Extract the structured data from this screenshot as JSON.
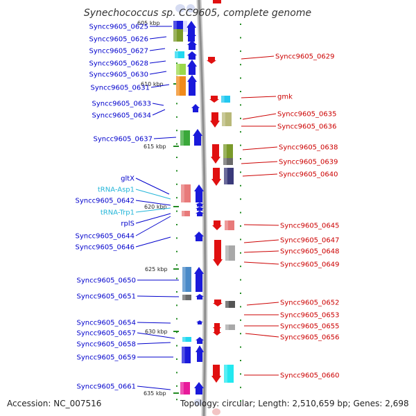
{
  "title": "Synechococcus sp. CC9605, complete genome",
  "accession_text": "Accession: NC_007516",
  "topology_text": "Topology: circular; Length: 2,510,659 bp; Genes: 2,698",
  "colors": {
    "left_label": "#0000cc",
    "right_label": "#cc0000",
    "rna_label": "#22b5d8",
    "axis": "#909090",
    "tick": "#228b22"
  },
  "left_labels": [
    {
      "text": "Syncc9605_0625",
      "type": "gene"
    },
    {
      "text": "Syncc9605_0626",
      "type": "gene"
    },
    {
      "text": "Syncc9605_0627",
      "type": "gene"
    },
    {
      "text": "Syncc9605_0628",
      "type": "gene"
    },
    {
      "text": "Syncc9605_0630",
      "type": "gene"
    },
    {
      "text": "Syncc9605_0631",
      "type": "gene"
    },
    {
      "text": "Syncc9605_0633",
      "type": "gene"
    },
    {
      "text": "Syncc9605_0634",
      "type": "gene"
    },
    {
      "text": "Syncc9605_0637",
      "type": "gene"
    },
    {
      "text": "gltX",
      "type": "gene"
    },
    {
      "text": "tRNA-Asp1",
      "type": "rna"
    },
    {
      "text": "Syncc9605_0642",
      "type": "gene"
    },
    {
      "text": "tRNA-Trp1",
      "type": "rna"
    },
    {
      "text": "rplS",
      "type": "gene"
    },
    {
      "text": "Syncc9605_0644",
      "type": "gene"
    },
    {
      "text": "Syncc9605_0646",
      "type": "gene"
    },
    {
      "text": "Syncc9605_0650",
      "type": "gene"
    },
    {
      "text": "Syncc9605_0651",
      "type": "gene"
    },
    {
      "text": "Syncc9605_0654",
      "type": "gene"
    },
    {
      "text": "Syncc9605_0657",
      "type": "gene"
    },
    {
      "text": "Syncc9605_0658",
      "type": "gene"
    },
    {
      "text": "Syncc9605_0659",
      "type": "gene"
    },
    {
      "text": "Syncc9605_0661",
      "type": "gene"
    }
  ],
  "right_labels": [
    {
      "text": "Syncc9605_0629"
    },
    {
      "text": "gmk"
    },
    {
      "text": "Syncc9605_0635"
    },
    {
      "text": "Syncc9605_0636"
    },
    {
      "text": "Syncc9605_0638"
    },
    {
      "text": "Syncc9605_0639"
    },
    {
      "text": "Syncc9605_0640"
    },
    {
      "text": "Syncc9605_0645"
    },
    {
      "text": "Syncc9605_0647"
    },
    {
      "text": "Syncc9605_0648"
    },
    {
      "text": "Syncc9605_0649"
    },
    {
      "text": "Syncc9605_0652"
    },
    {
      "text": "Syncc9605_0653"
    },
    {
      "text": "Syncc9605_0655"
    },
    {
      "text": "Syncc9605_0656"
    },
    {
      "text": "Syncc9605_0660"
    }
  ],
  "kbp_markers": [
    "605 kbp",
    "610 kbp",
    "615 kbp",
    "620 kbp",
    "625 kbp",
    "630 kbp",
    "635 kbp"
  ]
}
